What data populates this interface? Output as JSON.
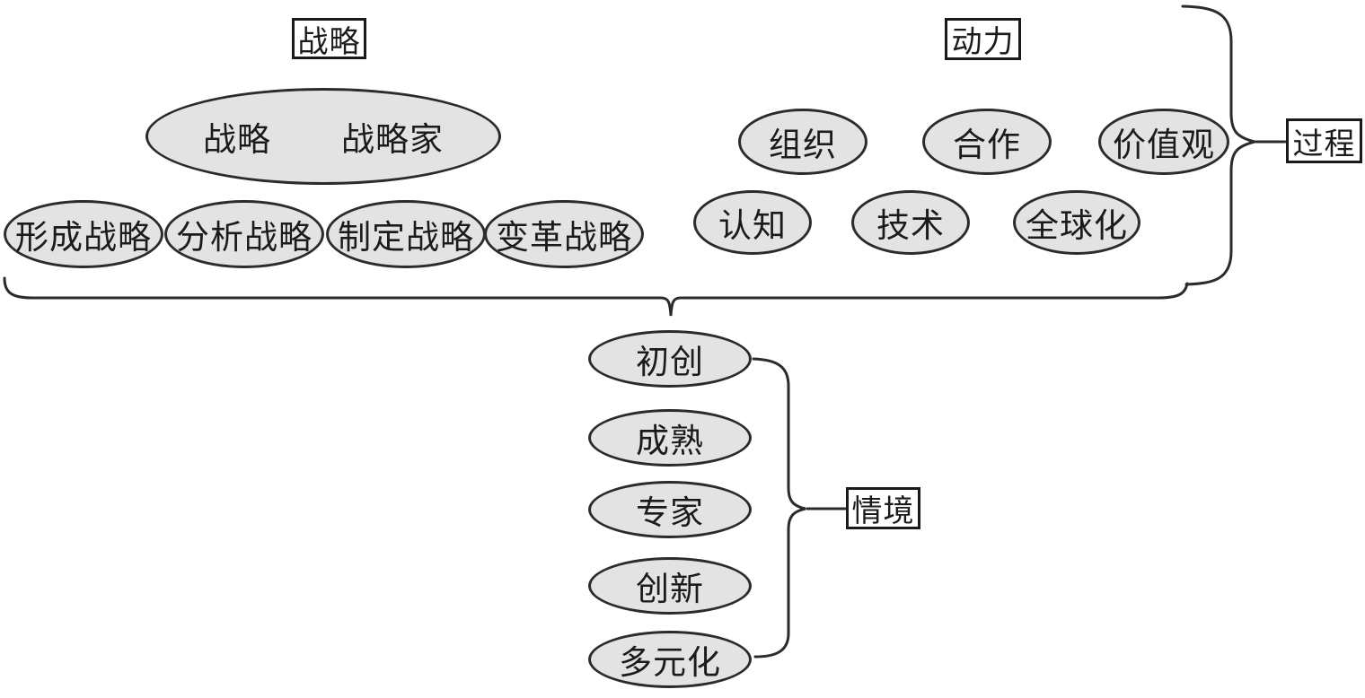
{
  "colors": {
    "ellipse_fill": "#e3e3e3",
    "stroke": "#2b2b2b",
    "text": "#1b1b1b"
  },
  "strategy_group": {
    "label": "战略",
    "main_ellipse": {
      "text_left": "战略",
      "text_right": "战略家"
    },
    "items": [
      "形成战略",
      "分析战略",
      "制定战略",
      "变革战略"
    ]
  },
  "dynamics_group": {
    "label": "动力",
    "row1": [
      "组织",
      "合作",
      "价值观"
    ],
    "row2": [
      "认知",
      "技术",
      "全球化"
    ]
  },
  "process_label": "过程",
  "context_group": {
    "label": "情境",
    "items": [
      "初创",
      "成熟",
      "专家",
      "创新",
      "多元化"
    ]
  }
}
